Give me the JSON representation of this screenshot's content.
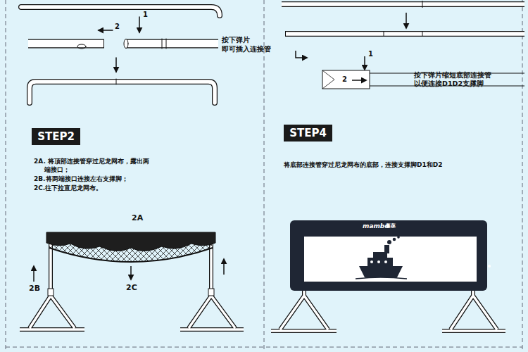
{
  "diagram": {
    "nodes": [
      {
        "text": [
          "STEP2"
        ]
      },
      {
        "text": [
          "STEP4"
        ]
      }
    ],
    "labels": [
      "1",
      "2",
      "按下弹片 即可插入连接管",
      "1",
      "2",
      "按下弹片缩短底部连接管 以便连接D1D2支撑脚",
      "2A. 将顶部连接管穿过尼龙网布，露出两 端接口；",
      "2B.将两端接口连接左右支撑脚；",
      "2C.往下拉直尼龙网布。",
      "2A",
      "2B",
      "2C",
      "将底部连接管穿过尼龙网布的底部，连接支撑脚D1和D2",
      "mambo",
      "蔓葆"
    ]
  }
}
